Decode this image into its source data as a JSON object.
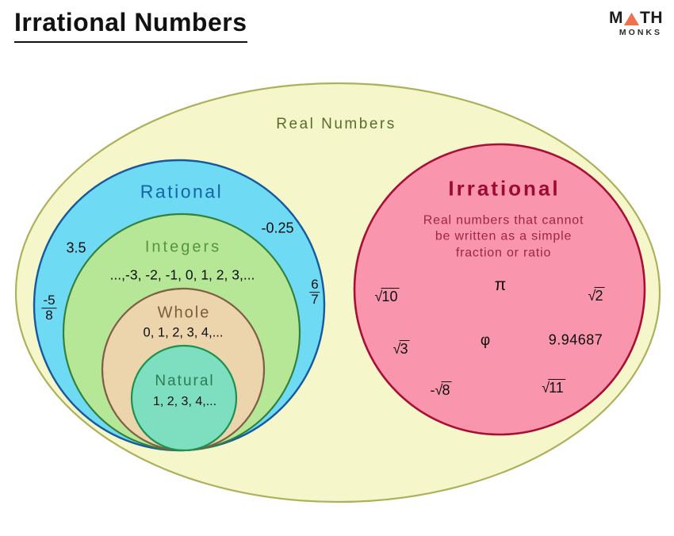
{
  "header": {
    "title": "Irrational Numbers"
  },
  "logo": {
    "part1": "M",
    "part2": "TH",
    "subtitle": "MONKS"
  },
  "colors": {
    "real_fill": "#f5f7cb",
    "real_stroke": "#adb15b",
    "rational_fill": "#6edaf3",
    "rational_stroke": "#17599c",
    "integers_fill": "#b5e796",
    "integers_stroke": "#33813b",
    "whole_fill": "#ecd4ad",
    "whole_stroke": "#7d5f46",
    "natural_fill": "#7edec0",
    "natural_stroke": "#1d9150",
    "irrational_fill": "#f996ad",
    "irrational_stroke": "#a90e35",
    "logo_triangle": "#f0714d"
  },
  "sets": {
    "real": {
      "label": "Real Numbers"
    },
    "rational": {
      "label": "Rational",
      "example_decimal1": "3.5",
      "example_decimal2": "-0.25",
      "fraction1": {
        "numerator": "-5",
        "denominator": "8"
      },
      "fraction2": {
        "numerator": "6",
        "denominator": "7"
      }
    },
    "integers": {
      "label": "Integers",
      "values": "...,-3, -2, -1, 0, 1, 2, 3,..."
    },
    "whole": {
      "label": "Whole",
      "values": "0, 1, 2, 3, 4,..."
    },
    "natural": {
      "label": "Natural",
      "values": "1, 2, 3, 4,..."
    },
    "irrational": {
      "label": "Irrational",
      "description": [
        "Real numbers that cannot",
        "be written as a simple",
        "fraction or ratio"
      ],
      "values": {
        "sqrt10": {
          "sign": "√",
          "radicand": "10"
        },
        "pi": "π",
        "sqrt2": {
          "sign": "√",
          "radicand": "2"
        },
        "sqrt3": {
          "sign": "√",
          "radicand": "3"
        },
        "phi": "φ",
        "decimal": "9.94687",
        "neg_sqrt8": {
          "prefix": "-",
          "sign": "√",
          "radicand": "8"
        },
        "sqrt11": {
          "sign": "√",
          "radicand": "11"
        }
      }
    }
  }
}
